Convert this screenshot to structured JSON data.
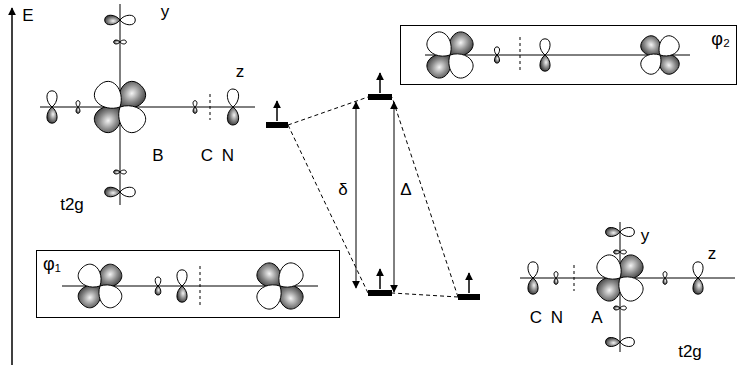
{
  "diagram": {
    "nodes": [
      {
        "text": [
          "φ₂"
        ]
      },
      {
        "text": [
          "φ₁"
        ]
      }
    ],
    "labels": [
      "E",
      "y",
      "z",
      "B",
      "C",
      "N",
      "t2g",
      "δ",
      "Δ",
      "C",
      "N",
      "A",
      "y",
      "z",
      "t2g"
    ]
  }
}
